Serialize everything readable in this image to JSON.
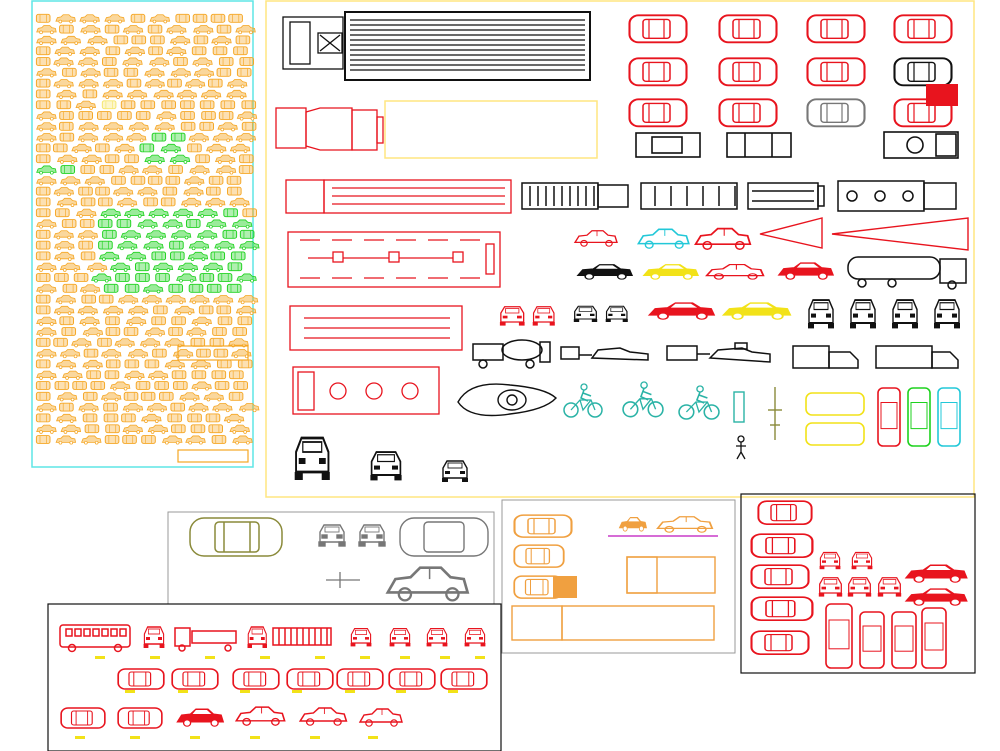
{
  "sheet": {
    "colors": {
      "orange": "#f5a623",
      "green": "#1ed21e",
      "red": "#e8141e",
      "yellow_frame": "#ffe680",
      "cyan_frame": "#5ee6e6",
      "black": "#111111",
      "gray": "#777777",
      "olive": "#8a8a3a",
      "teal": "#2ab3a6",
      "cyan": "#22c8d8",
      "yellow": "#f2e218",
      "bright_orange": "#f0a040",
      "magenta": "#c83cc8"
    },
    "panels": [
      {
        "id": "left-catalog",
        "frame_color": "cyan"
      },
      {
        "id": "main-catalog",
        "frame_color": "yellow"
      },
      {
        "id": "middle-gray-panel",
        "frame_color": "gray"
      },
      {
        "id": "middle-orange-panel",
        "frame_color": "gray"
      },
      {
        "id": "right-red-panel",
        "frame_color": "black"
      },
      {
        "id": "bottom-red-panel",
        "frame_color": "black"
      }
    ],
    "symbol_types": [
      "sedan-top",
      "sedan-side",
      "truck-top",
      "bus-side",
      "trailer-top",
      "cyclist",
      "motorcycle",
      "car-front",
      "van-side",
      "pickup-side"
    ]
  }
}
